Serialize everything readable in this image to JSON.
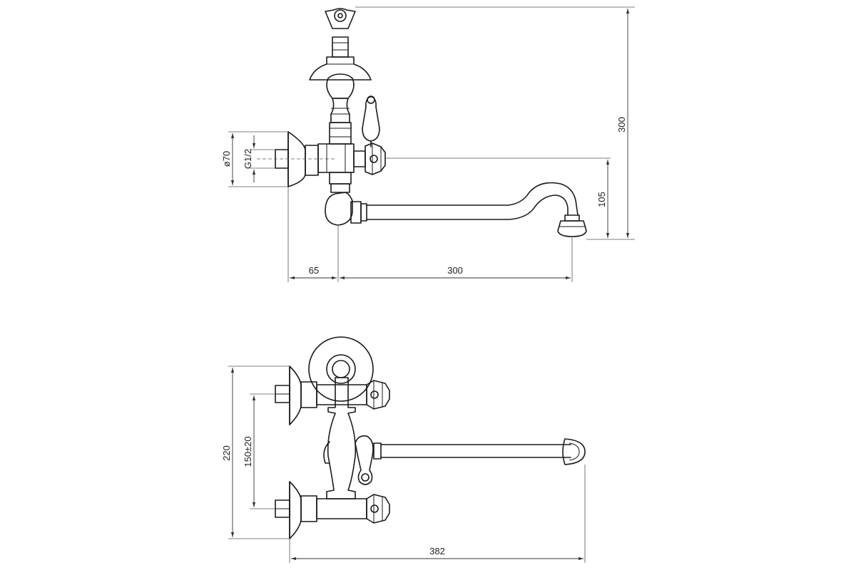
{
  "side_view": {
    "dimensions": {
      "total_height": "300",
      "spout_height": "105",
      "flange_diameter": "ø70",
      "thread": "G1/2",
      "wall_offset": "65",
      "spout_reach": "300"
    }
  },
  "top_view": {
    "dimensions": {
      "total_height": "220",
      "inlet_spacing": "150±20",
      "total_width": "382"
    }
  }
}
